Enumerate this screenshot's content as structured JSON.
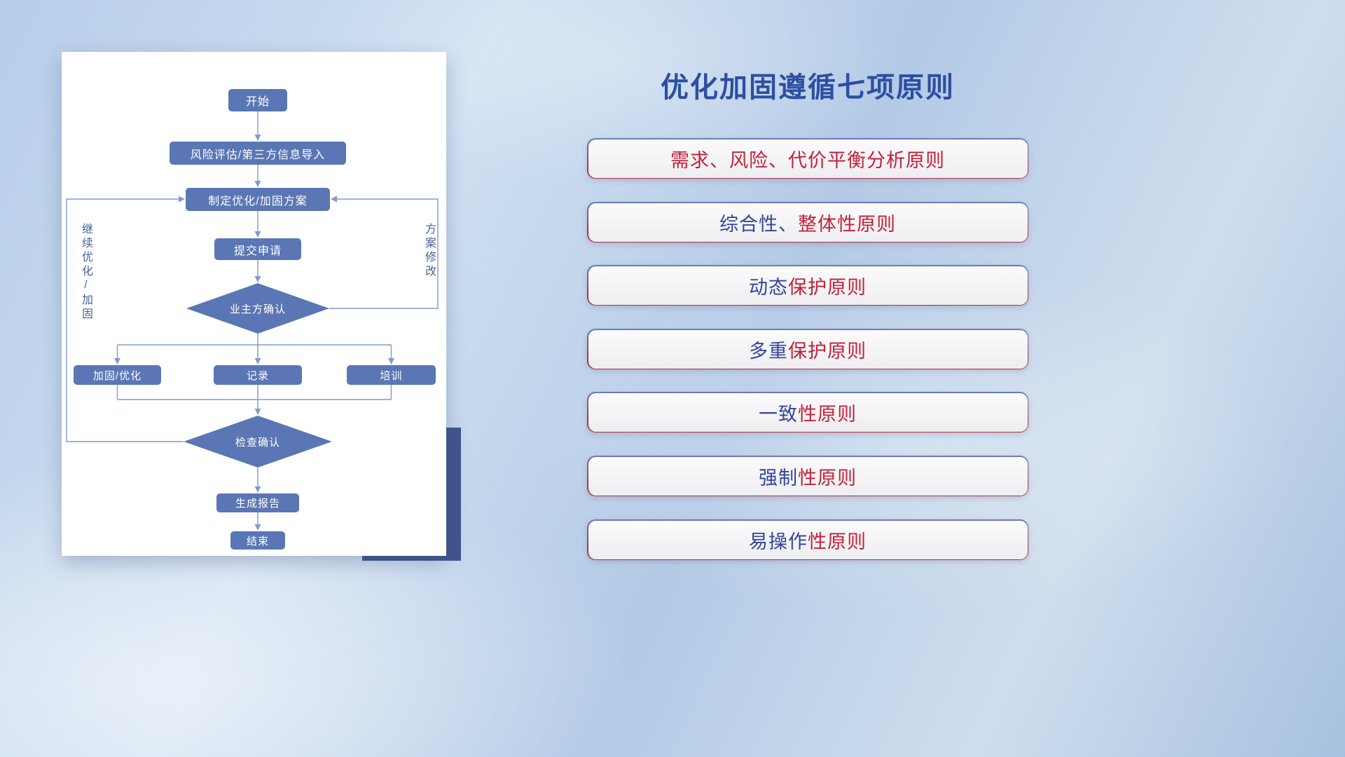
{
  "flowchart": {
    "nodes": {
      "start": "开始",
      "risk_import": "风险评估/第三方信息导入",
      "make_plan": "制定优化/加固方案",
      "submit": "提交申请",
      "owner_confirm": "业主方确认",
      "reinforce": "加固/优化",
      "record": "记录",
      "training": "培训",
      "check_confirm": "检查确认",
      "report": "生成报告",
      "end": "结束"
    },
    "labels": {
      "continue_loop": "继续优化/加固",
      "plan_revise": "方案修改"
    }
  },
  "principles": {
    "title": "优化加固遵循七项原则",
    "items": [
      {
        "blue": "",
        "red": "需求、风险、代价平衡分析原则"
      },
      {
        "blue": "综合性、",
        "red": "整体性原则"
      },
      {
        "blue": "动态",
        "red": "保护原则"
      },
      {
        "blue": "多重",
        "red": "保护原则"
      },
      {
        "blue": "一致",
        "red": "性原则"
      },
      {
        "blue": "强制",
        "red": "性原则"
      },
      {
        "blue": "易操作",
        "red": "性原则"
      }
    ]
  },
  "colors": {
    "node_fill": "#5a76b4",
    "connector": "#7e9ad0",
    "title_blue": "#2c4fa3",
    "principle_red": "#c4203a",
    "principle_blue": "#34459c",
    "accent_block": "#41568f"
  }
}
